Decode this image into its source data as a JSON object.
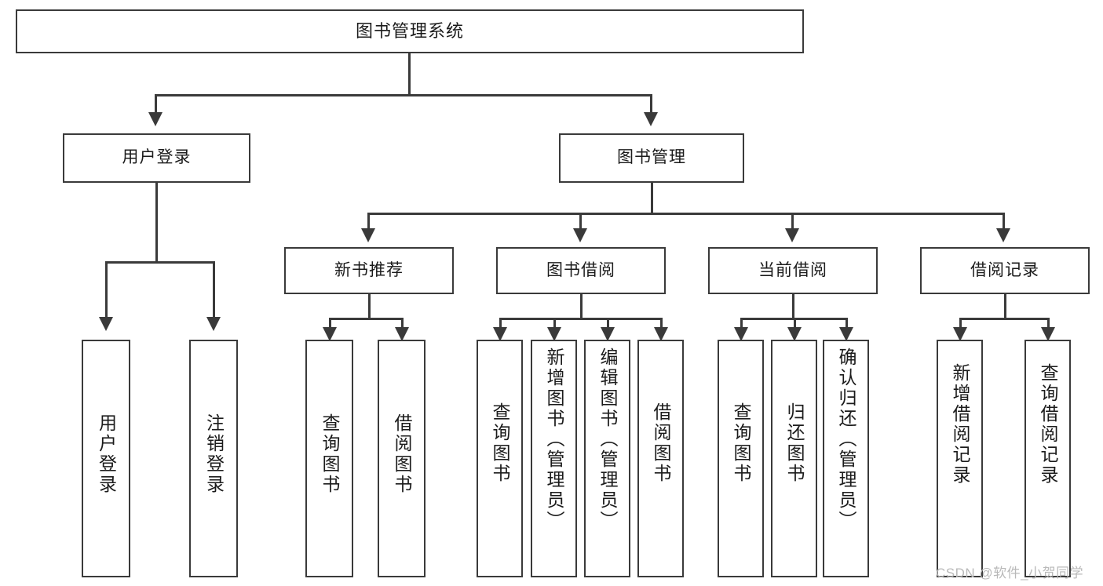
{
  "diagram": {
    "type": "tree",
    "title": "图书管理系统",
    "watermark": "CSDN @软件_小贺同学",
    "colors": {
      "box_border": "#3a3a3a",
      "box_fill": "#ffffff",
      "connector": "#3a3a3a",
      "text": "#1b1b1b",
      "watermark": "#b9b9b9",
      "background": "#ffffff"
    },
    "nodes": {
      "root": {
        "label": "图书管理系统"
      },
      "level2": [
        {
          "id": "user-login",
          "label": "用户登录"
        },
        {
          "id": "book-management",
          "label": "图书管理"
        }
      ],
      "level3": [
        {
          "id": "new-book-recommend",
          "label": "新书推荐"
        },
        {
          "id": "book-borrow",
          "label": "图书借阅"
        },
        {
          "id": "current-borrow",
          "label": "当前借阅"
        },
        {
          "id": "borrow-record",
          "label": "借阅记录"
        }
      ],
      "leaves": {
        "user-login": [
          {
            "id": "leaf-user-login",
            "label": "用户登录"
          },
          {
            "id": "leaf-logout",
            "label": "注销登录"
          }
        ],
        "new-book-recommend": [
          {
            "id": "leaf-query-book-1",
            "label": "查询图书"
          },
          {
            "id": "leaf-borrow-book-1",
            "label": "借阅图书"
          }
        ],
        "book-borrow": [
          {
            "id": "leaf-query-book-2",
            "label": "查询图书"
          },
          {
            "id": "leaf-add-book",
            "label": "新增图书（管理员）"
          },
          {
            "id": "leaf-edit-book",
            "label": "编辑图书（管理员）"
          },
          {
            "id": "leaf-borrow-book-2",
            "label": "借阅图书"
          }
        ],
        "current-borrow": [
          {
            "id": "leaf-query-book-3",
            "label": "查询图书"
          },
          {
            "id": "leaf-return-book",
            "label": "归还图书"
          },
          {
            "id": "leaf-confirm-return",
            "label": "确认归还（管理员）"
          }
        ],
        "borrow-record": [
          {
            "id": "leaf-add-record",
            "label": "新增借阅记录"
          },
          {
            "id": "leaf-query-record",
            "label": "查询借阅记录"
          }
        ]
      }
    }
  }
}
